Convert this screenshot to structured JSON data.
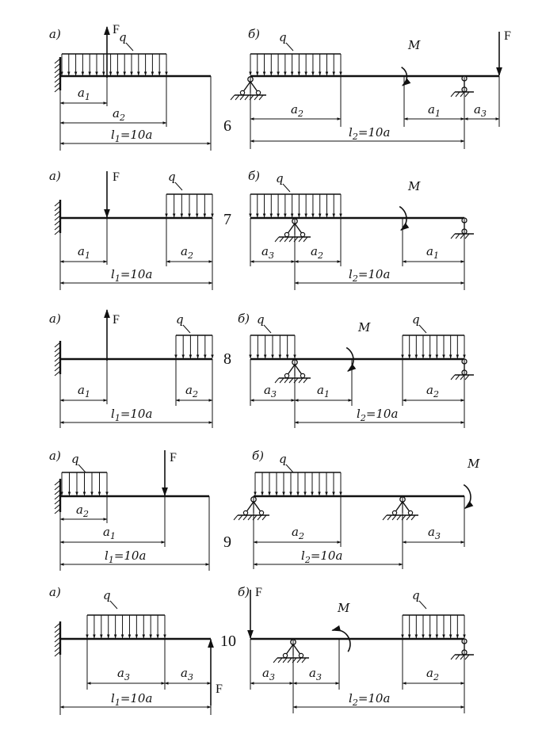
{
  "title": "",
  "rows": [
    {
      "number": "6",
      "a": {
        "label": "a)",
        "load_q": "q",
        "force": "F",
        "dims": {
          "a1": "a",
          "a1_sub": "1",
          "a2": "a",
          "a2_sub": "2",
          "len": "l",
          "len_sub": "1",
          "len_eq": "=10a"
        }
      },
      "b": {
        "label": "б)",
        "load_q": "q",
        "moment": "M",
        "force": "F",
        "dims": {
          "a2": "a",
          "a2_sub": "2",
          "a1": "a",
          "a1_sub": "1",
          "a3": "a",
          "a3_sub": "3",
          "len": "l",
          "len_sub": "2",
          "len_eq": "=10a"
        }
      }
    },
    {
      "number": "7",
      "a": {
        "label": "a)",
        "load_q": "q",
        "force": "F",
        "dims": {
          "a1": "a",
          "a1_sub": "1",
          "a2": "a",
          "a2_sub": "2",
          "len": "l",
          "len_sub": "1",
          "len_eq": "=10a"
        }
      },
      "b": {
        "label": "б)",
        "load_q": "q",
        "moment": "M",
        "dims": {
          "a3": "a",
          "a3_sub": "3",
          "a2": "a",
          "a2_sub": "2",
          "a1": "a",
          "a1_sub": "1",
          "len": "l",
          "len_sub": "2",
          "len_eq": "=10a"
        }
      }
    },
    {
      "number": "8",
      "a": {
        "label": "a)",
        "load_q": "q",
        "force": "F",
        "dims": {
          "a1": "a",
          "a1_sub": "1",
          "a2": "a",
          "a2_sub": "2",
          "len": "l",
          "len_sub": "1",
          "len_eq": "=10a"
        }
      },
      "b": {
        "label": "б)",
        "load_q": "q",
        "load_q2": "q",
        "moment": "M",
        "dims": {
          "a3": "a",
          "a3_sub": "3",
          "a1": "a",
          "a1_sub": "1",
          "a2": "a",
          "a2_sub": "2",
          "len": "l",
          "len_sub": "2",
          "len_eq": "=10a"
        }
      }
    },
    {
      "number": "9",
      "a": {
        "label": "a)",
        "load_q": "q",
        "force": "F",
        "dims": {
          "a2": "a",
          "a2_sub": "2",
          "a1": "a",
          "a1_sub": "1",
          "len": "l",
          "len_sub": "1",
          "len_eq": "=10a"
        }
      },
      "b": {
        "label": "б)",
        "load_q": "q",
        "moment": "M",
        "dims": {
          "a2": "a",
          "a2_sub": "2",
          "a3": "a",
          "a3_sub": "3",
          "len": "l",
          "len_sub": "2",
          "len_eq": "=10a"
        }
      }
    },
    {
      "number": "10",
      "a": {
        "label": "a)",
        "load_q": "q",
        "force": "F",
        "dims": {
          "a3": "a",
          "a3_sub": "3",
          "a3b": "a",
          "a3b_sub": "3",
          "len": "l",
          "len_sub": "1",
          "len_eq": "=10a"
        }
      },
      "b": {
        "label": "б)",
        "load_q": "q",
        "moment": "M",
        "force": "F",
        "dims": {
          "a3": "a",
          "a3_sub": "3",
          "a3b": "a",
          "a3b_sub": "3",
          "a2": "a",
          "a2_sub": "2",
          "len": "l",
          "len_sub": "2",
          "len_eq": "=10a"
        }
      }
    }
  ]
}
